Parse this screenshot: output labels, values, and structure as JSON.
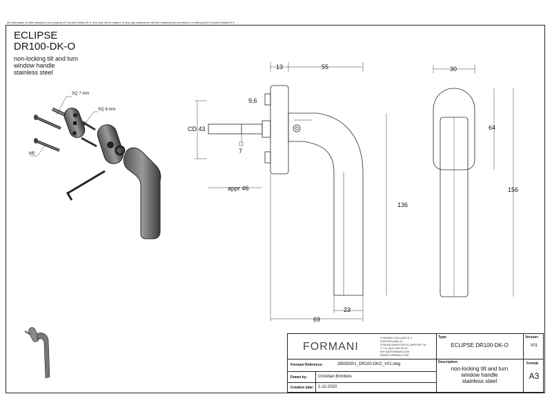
{
  "notice": "All information on this drawing is the property of Formani Holland B.V. and may not be copied, to any way whatsoever without obtaining the permission in writing from Formani Holland B.V.",
  "title": {
    "series": "ECLIPSE",
    "code": "DR100-DK-O",
    "desc_lines": [
      "non-locking tilt and turn",
      "window handle",
      "stainless steel"
    ]
  },
  "labels": {
    "sq7": "SQ 7 mm",
    "sq8": "SQ 8 mm",
    "m5": "M5"
  },
  "dimensions": {
    "d13": "13",
    "d55": "55",
    "d30": "30",
    "d9_6": "9,6",
    "cd43": "CD 43",
    "d7": "7",
    "d64": "64",
    "appr46": "appr 46",
    "d136": "136",
    "d156": "156",
    "d23": "23",
    "d69": "69"
  },
  "title_block": {
    "logo": "FORMANI",
    "address_lines": [
      "FORMANI HOLLAND B.V.",
      "EUROPALAAN 12",
      "5768 AB MAASTRICHT-AIRPORT NL",
      "T +31 (0)43 358 50 00",
      "INFO@FORMANI.COM",
      "WWW.FORMANI.COM"
    ],
    "type_label": "Type:",
    "type_value": "ECLIPSE DR100-DK-O",
    "version_label": "Version:",
    "version_value": "V01",
    "reference_label": "Formani Reference:",
    "reference_value": "3903D001_DR100-DKO_V01.dwg",
    "description_label": "Description:",
    "description_lines": [
      "non-locking tilt and turn",
      "window handle",
      "stainless steel"
    ],
    "format_label": "Format",
    "format_value": "A3",
    "drawn_label": "Drawn by:",
    "drawn_value": "Christian Brimbols",
    "date_label": "Creation date:",
    "date_value": "1-12-2020"
  }
}
